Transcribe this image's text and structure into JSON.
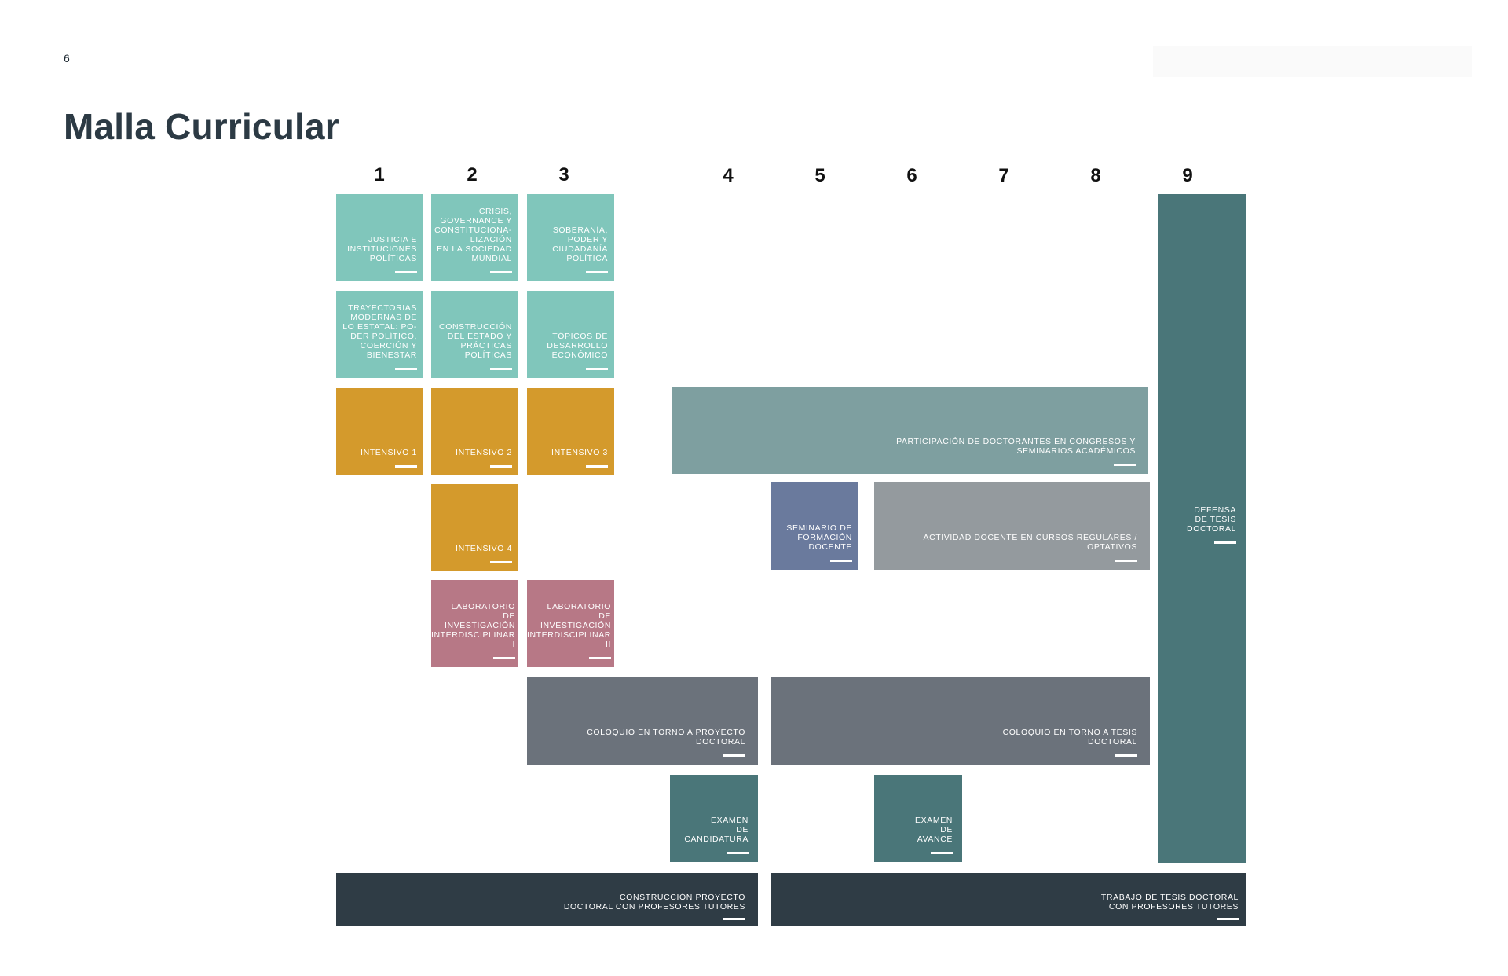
{
  "page": {
    "number": "6",
    "title": "Malla Curricular"
  },
  "semesters": [
    "1",
    "2",
    "3",
    "4",
    "5",
    "6",
    "7",
    "8",
    "9"
  ],
  "blocks": {
    "justicia": "JUSTICIA E\nINSTITUCIONES\nPOLÍTICAS",
    "crisis": "CRISIS,\nGOVERNANCE Y\nCONSTITUCIONA-\nLIZACIÓN\nEN LA SOCIEDAD\nMUNDIAL",
    "soberania": "SOBERANÍA,\nPODER Y\nCIUDADANÍA\nPOLÍTICA",
    "trayectorias": "TRAYECTORIAS\nMODERNAS DE\nLO ESTATAL: PO-\nDER POLÍTICO,\nCOERCIÓN Y\nBIENESTAR",
    "construccion_estado": "CONSTRUCCIÓN\nDEL ESTADO Y\nPRÁCTICAS\nPOLÍTICAS",
    "topicos": "TÓPICOS DE\nDESARROLLO\nECONÓMICO",
    "intensivo1": "INTENSIVO 1",
    "intensivo2": "INTENSIVO 2",
    "intensivo3": "INTENSIVO 3",
    "intensivo4": "INTENSIVO 4",
    "participacion": "PARTICIPACIÓN DE DOCTORANTES EN CONGRESOS Y\nSEMINARIOS ACADÉMICOS",
    "seminario": "SEMINARIO DE\nFORMACIÓN\nDOCENTE",
    "actividad": "ACTIVIDAD DOCENTE EN CURSOS REGULARES /\nOPTATIVOS",
    "lab1": "LABORATORIO\nDE\nINVESTIGACIÓN\nINTERDISCIPLINAR I",
    "lab2": "LABORATORIO\nDE\nINVESTIGACIÓN\nINTERDISCIPLINAR II",
    "coloquio_proyecto": "COLOQUIO EN TORNO A PROYECTO\nDOCTORAL",
    "coloquio_tesis": "COLOQUIO EN TORNO A TESIS\nDOCTORAL",
    "examen_candidatura": "EXAMEN\nDE\nCANDIDATURA",
    "examen_avance": "EXAMEN\nDE\nAVANCE",
    "defensa": "DEFENSA\nDE TESIS\nDOCTORAL",
    "construccion_proyecto": "CONSTRUCCIÓN PROYECTO\nDOCTORAL CON PROFESORES TUTORES",
    "trabajo_tesis": "TRABAJO DE TESIS DOCTORAL\nCON PROFESORES TUTORES"
  },
  "colors": {
    "teal": "#80c6bb",
    "ochre": "#d49a2c",
    "rose": "#b77886",
    "sage": "#7e9fa0",
    "slate_blue": "#6a7a9d",
    "silver": "#949a9e",
    "graphite": "#6b727b",
    "petrol": "#4a7679",
    "dark": "#2f3c45"
  }
}
